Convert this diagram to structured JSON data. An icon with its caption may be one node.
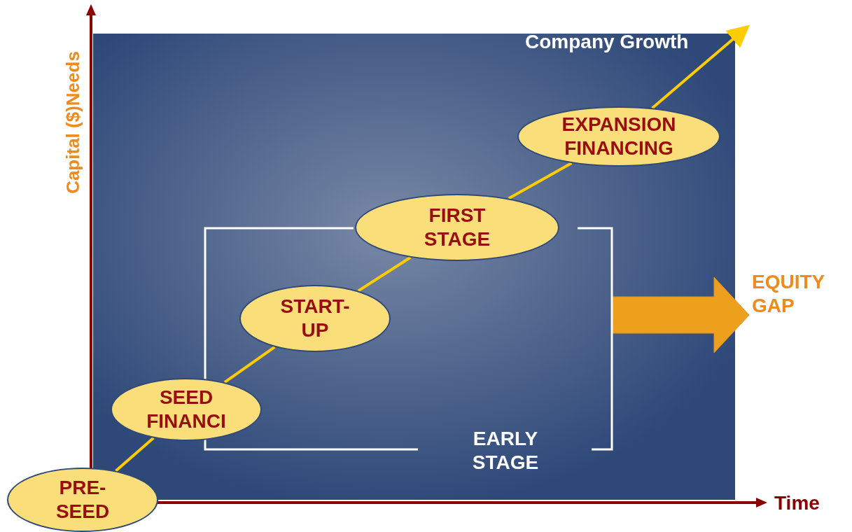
{
  "diagram": {
    "nodes": [
      {
        "text": [
          "PRE- SEED"
        ]
      },
      {
        "text": [
          "SEED FINANCI"
        ]
      },
      {
        "text": [
          "EARLY STAGE"
        ]
      },
      {
        "text": [
          "START- UP"
        ],
        "in": 2
      },
      {
        "text": [
          "FIRST STAGE"
        ]
      },
      {
        "text": [
          "EXPANSION FINANCING"
        ]
      },
      {
        "text": [
          "EQUITY GAP"
        ]
      }
    ],
    "edges": [
      {
        "from": 0,
        "to": 1,
        "arrow": "none"
      },
      {
        "from": 1,
        "to": 3,
        "arrow": "none"
      },
      {
        "from": 3,
        "to": 4,
        "arrow": "none"
      },
      {
        "from": 4,
        "to": 5,
        "arrow": "none"
      },
      {
        "from": 5,
        "to": null,
        "arrow": "to"
      },
      {
        "from": 2,
        "to": 6,
        "arrow": "to",
        "style": "thick",
        "color": "#eca01c"
      }
    ],
    "labels": [
      "Company Growth",
      "Capital ($)Needs",
      "Time"
    ]
  }
}
